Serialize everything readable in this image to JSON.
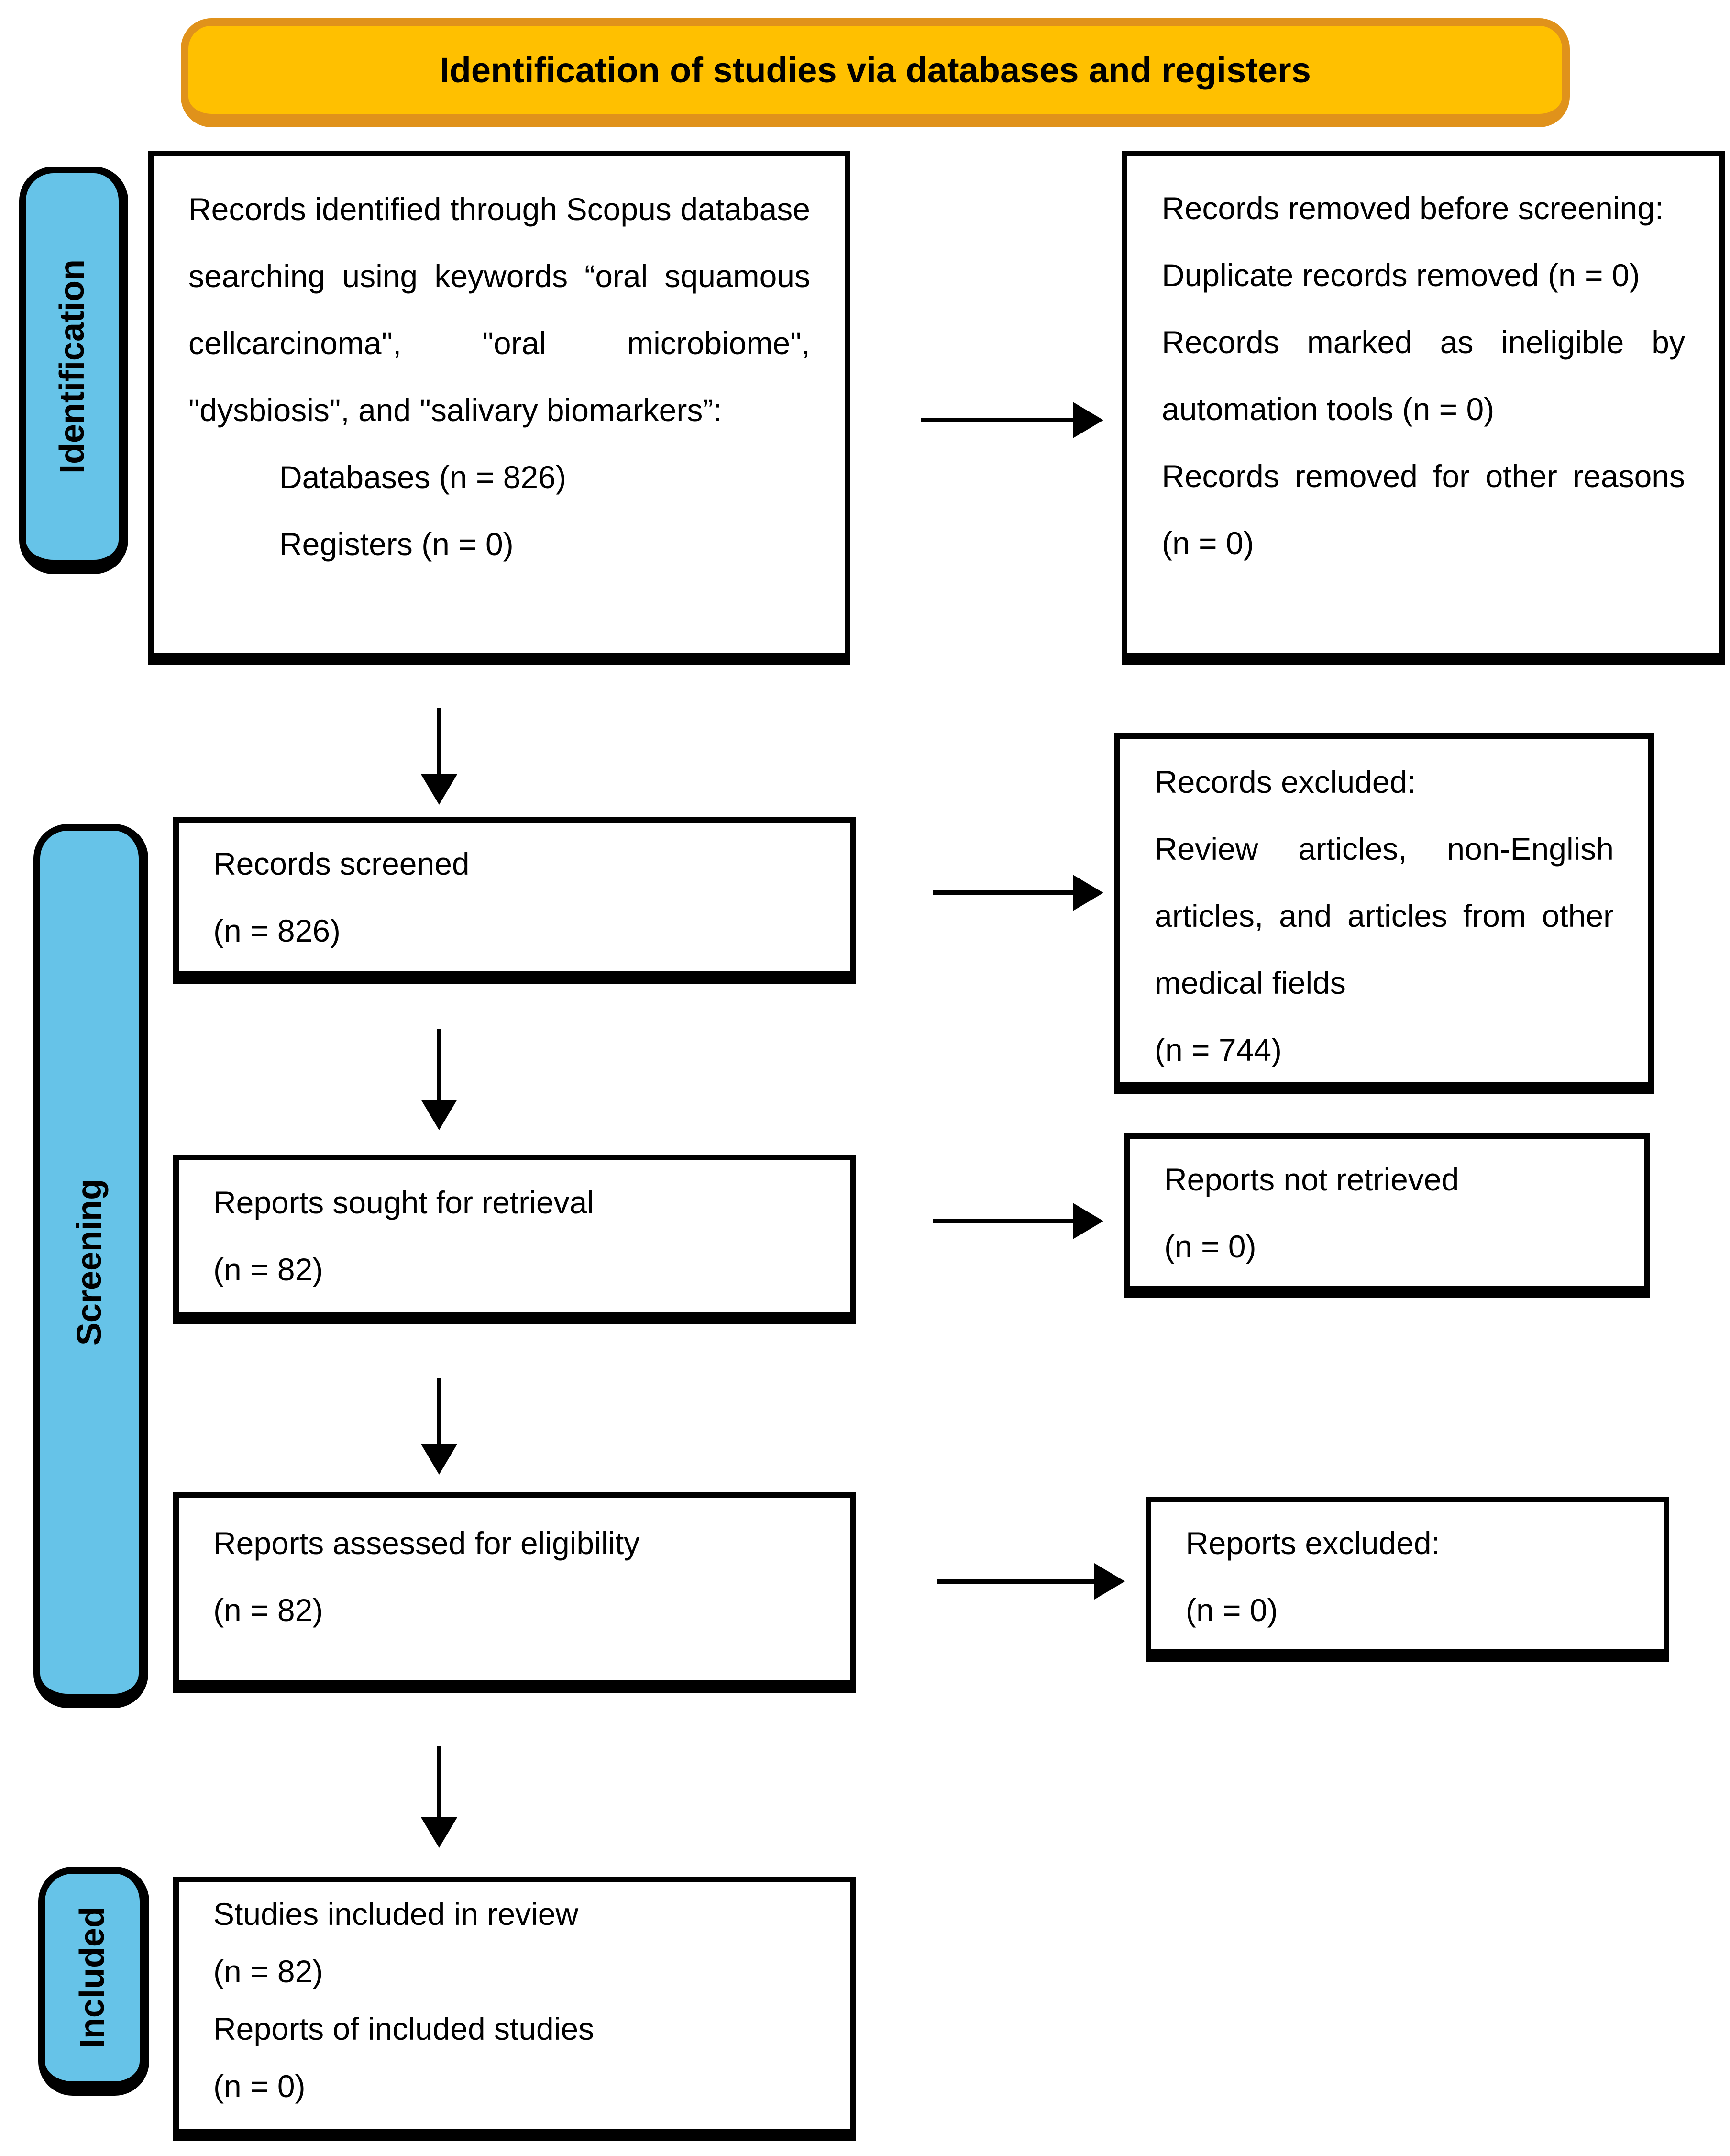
{
  "banner": {
    "label": "Identification of studies via databases and registers"
  },
  "colors": {
    "banner_fill": "#ffc000",
    "banner_border": "#e0921b",
    "stage_label_fill": "#66c3e8",
    "outline": "#000000",
    "background": "#ffffff"
  },
  "stage_labels": {
    "identification": "Identification",
    "screening": "Screening",
    "included": "Included"
  },
  "boxes": {
    "records_identified": {
      "paragraph": "Records identified through Scopus database searching using keywords “oral squamous cellcarcinoma\", \"oral microbiome\", \"dysbiosis\", and \"salivary biomarkers”:",
      "items": {
        "databases": "Databases (n = 826)",
        "registers": "Registers (n = 0)"
      }
    },
    "records_removed": {
      "items": {
        "heading": "Records removed before screening:",
        "duplicates": "Duplicate records removed (n = 0)",
        "automation": "Records marked as ineligible by automation tools (n = 0)",
        "other": "Records removed for other reasons (n = 0)"
      }
    },
    "records_screened": {
      "line1": "Records screened",
      "line2": "(n = 826)"
    },
    "records_excluded": {
      "heading": "Records excluded:",
      "reason": "Review articles, non-English articles, and articles from other medical fields",
      "count": "(n = 744)"
    },
    "reports_sought": {
      "line1": "Reports sought for retrieval",
      "line2": "(n = 82)"
    },
    "reports_not_retrieved": {
      "line1": "Reports not retrieved",
      "line2": "(n = 0)"
    },
    "reports_assessed": {
      "line1": "Reports assessed for eligibility",
      "line2": "(n = 82)"
    },
    "reports_excluded": {
      "line1": "Reports excluded:",
      "line2": "(n = 0)"
    },
    "studies_included": {
      "line1": "Studies included in review",
      "line2": "(n = 82)",
      "line3": "Reports of included studies",
      "line4": "(n = 0)"
    }
  }
}
